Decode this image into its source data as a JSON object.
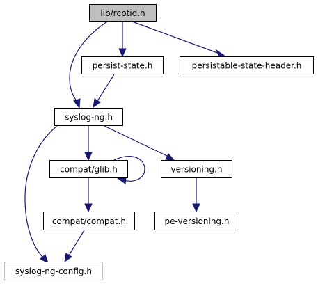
{
  "graph": {
    "edge_color": "#191970",
    "current_node_fill": "#bfbfbf",
    "external_node_border": "#bfbfbf",
    "nodes": [
      {
        "id": "rcptid",
        "label": "lib/rcptid.h"
      },
      {
        "id": "persist",
        "label": "persist-state.h"
      },
      {
        "id": "psh",
        "label": "persistable-state-header.h"
      },
      {
        "id": "syslog",
        "label": "syslog-ng.h"
      },
      {
        "id": "glib",
        "label": "compat/glib.h"
      },
      {
        "id": "vers",
        "label": "versioning.h"
      },
      {
        "id": "compat",
        "label": "compat/compat.h"
      },
      {
        "id": "pevers",
        "label": "pe-versioning.h"
      },
      {
        "id": "config",
        "label": "syslog-ng-config.h"
      }
    ],
    "edges": [
      {
        "from": "rcptid",
        "to": "persist"
      },
      {
        "from": "rcptid",
        "to": "psh"
      },
      {
        "from": "rcptid",
        "to": "syslog"
      },
      {
        "from": "persist",
        "to": "syslog"
      },
      {
        "from": "syslog",
        "to": "glib"
      },
      {
        "from": "syslog",
        "to": "vers"
      },
      {
        "from": "syslog",
        "to": "config"
      },
      {
        "from": "glib",
        "to": "glib"
      },
      {
        "from": "glib",
        "to": "compat"
      },
      {
        "from": "vers",
        "to": "pevers"
      },
      {
        "from": "compat",
        "to": "config"
      }
    ]
  }
}
